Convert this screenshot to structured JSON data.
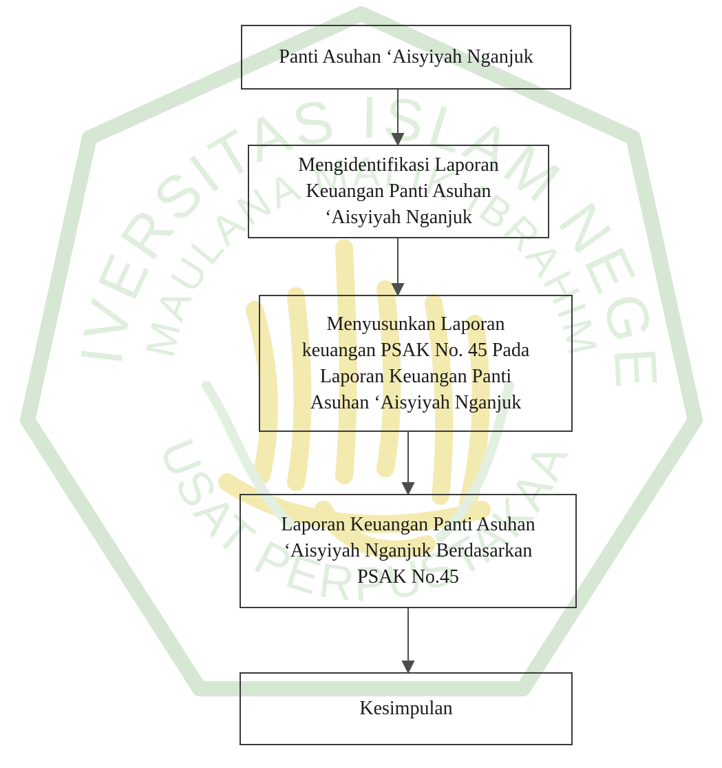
{
  "colors": {
    "watermark_green": "#dfeedd",
    "watermark_gold": "#f3eab0",
    "watermark_arc": "#d6e7d4",
    "border": "#3a3a3a",
    "arrow": "#4a4f4a",
    "text": "#1a1a1a"
  },
  "watermark": {
    "text_top": "UNIVERSITAS ISLAM NEGERI",
    "text_middle": "MAULANA MALIK IBRAHIM",
    "text_bottom": "PUSAT PERPUSTAKAAN"
  },
  "flow": {
    "steps": [
      {
        "lines": [
          "Panti Asuhan ‘Aisyiyah Nganjuk"
        ]
      },
      {
        "lines": [
          "Mengidentifikasi Laporan",
          "Keuangan Panti Asuhan",
          "‘Aisyiyah Nganjuk"
        ]
      },
      {
        "lines": [
          "Menyusunkan Laporan",
          "keuangan PSAK No. 45 Pada",
          "Laporan Keuangan Panti",
          "Asuhan ‘Aisyiyah Nganjuk"
        ]
      },
      {
        "lines": [
          "Laporan Keuangan Panti Asuhan",
          "‘Aisyiyah Nganjuk Berdasarkan",
          "PSAK No.45"
        ]
      },
      {
        "lines": [
          "Kesimpulan"
        ]
      }
    ]
  }
}
